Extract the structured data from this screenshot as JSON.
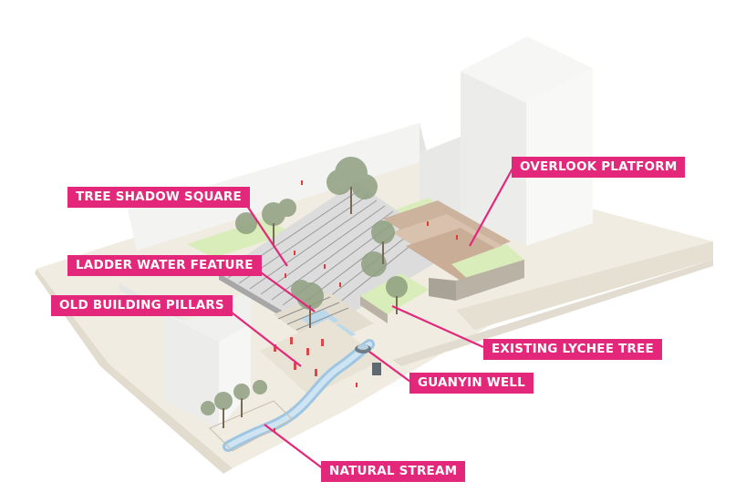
{
  "labels": {
    "overlook_platform": "OVERLOOK PLATFORM",
    "tree_shadow_square": "TREE SHADOW SQUARE",
    "ladder_water_feature": "LADDER WATER FEATURE",
    "old_building_pillars": "OLD BUILDING PILLARS",
    "existing_lychee_tree": "EXISTING LYCHEE TREE",
    "guanyin_well": "GUANYIN WELL",
    "natural_stream": "NATURAL STREAM"
  },
  "colors": {
    "label_fill": "#e3277a",
    "label_text": "#ffffff",
    "leader_line": "#e3277a",
    "building_mass": "#ededed",
    "ground": "#eee8db",
    "lawn": "#d8ecb6",
    "water": "#bcd9ec",
    "stone_wall": "#c9bfae",
    "steps": "#b9b9b9",
    "tree_canopy": "#8c9d7c"
  }
}
